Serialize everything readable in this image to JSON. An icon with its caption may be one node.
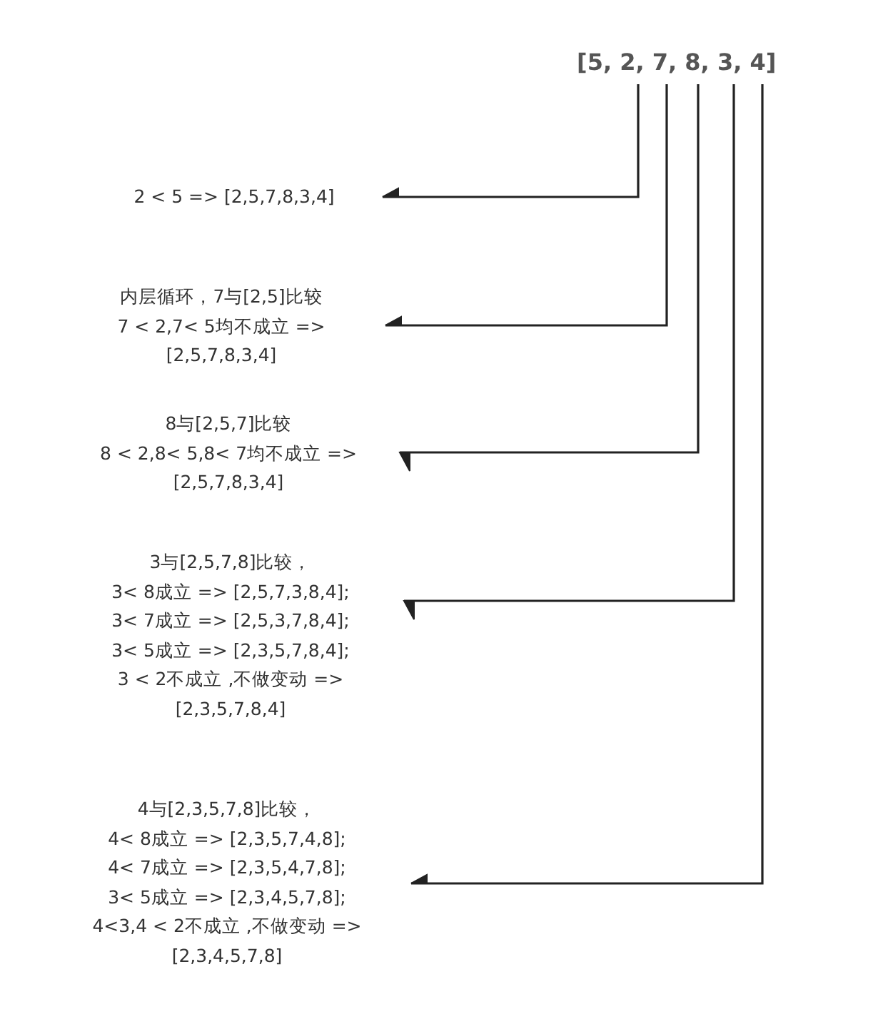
{
  "diagram": {
    "nodes": [
      {
        "text": [
          "[5, 2, 7, 8, 3, 4]"
        ]
      },
      {
        "text": [
          "2 < 5 => [2,5,7,8,3,4]"
        ]
      },
      {
        "text": [
          "内层循环，7与[2,5]比较",
          "7 < 2,7< 5均不成立 =>",
          "[2,5,7,8,3,4]"
        ]
      },
      {
        "text": [
          "8与[2,5,7]比较",
          "8 < 2,8< 5,8< 7均不成立 =>",
          "[2,5,7,8,3,4]"
        ]
      },
      {
        "text": [
          "3与[2,5,7,8]比较，",
          "3< 8成立 => [2,5,7,3,8,4];",
          "3< 7成立 => [2,5,3,7,8,4];",
          "3< 5成立 => [2,3,5,7,8,4];",
          "3 < 2不成立 ,不做变动 =>",
          "[2,3,5,7,8,4]"
        ]
      },
      {
        "text": [
          "4与[2,3,5,7,8]比较，",
          "4< 8成立 => [2,3,5,7,4,8];",
          "4< 7成立 => [2,3,5,4,7,8];",
          "3< 5成立 => [2,3,4,5,7,8];",
          "4<3,4 < 2不成立 ,不做变动 =>",
          "[2,3,4,5,7,8]"
        ]
      }
    ],
    "edges": [
      {
        "from": 0,
        "to": 1,
        "arrow": "to"
      },
      {
        "from": 0,
        "to": 2,
        "arrow": "to"
      },
      {
        "from": 0,
        "to": 3,
        "arrow": "to"
      },
      {
        "from": 0,
        "to": 4,
        "arrow": "to"
      },
      {
        "from": 0,
        "to": 5,
        "arrow": "to"
      }
    ]
  }
}
